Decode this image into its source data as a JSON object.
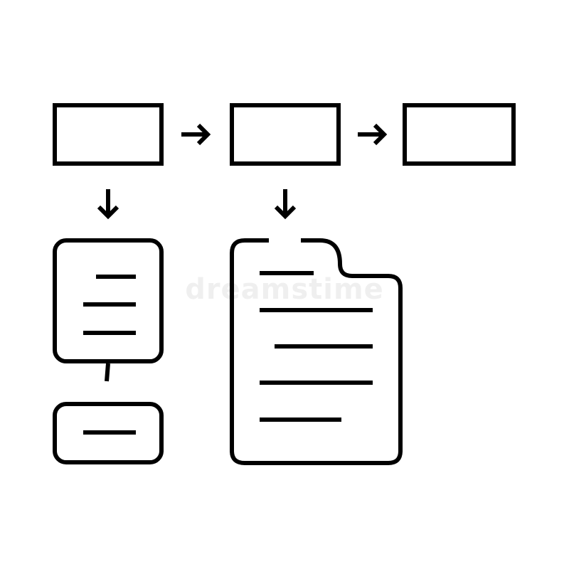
{
  "diagram": {
    "stroke_color": "#000000",
    "background": "#ffffff",
    "nodes": [
      {
        "id": "top-box-1",
        "shape": "rectangle"
      },
      {
        "id": "top-box-2",
        "shape": "rectangle"
      },
      {
        "id": "top-box-3",
        "shape": "rectangle"
      },
      {
        "id": "document-card",
        "shape": "rounded-rectangle",
        "text_lines": 3
      },
      {
        "id": "small-card",
        "shape": "rounded-rectangle",
        "text_lines": 1
      },
      {
        "id": "large-document",
        "shape": "folded-document",
        "text_lines": 5
      }
    ],
    "edges": [
      {
        "from": "top-box-1",
        "to": "top-box-2",
        "style": "arrow"
      },
      {
        "from": "top-box-2",
        "to": "top-box-3",
        "style": "arrow"
      },
      {
        "from": "top-box-1",
        "to": "document-card",
        "style": "arrow"
      },
      {
        "from": "top-box-2",
        "to": "large-document",
        "style": "arrow"
      },
      {
        "from": "document-card",
        "to": "small-card",
        "style": "line"
      }
    ]
  },
  "watermark": {
    "text": "dreamstime"
  }
}
